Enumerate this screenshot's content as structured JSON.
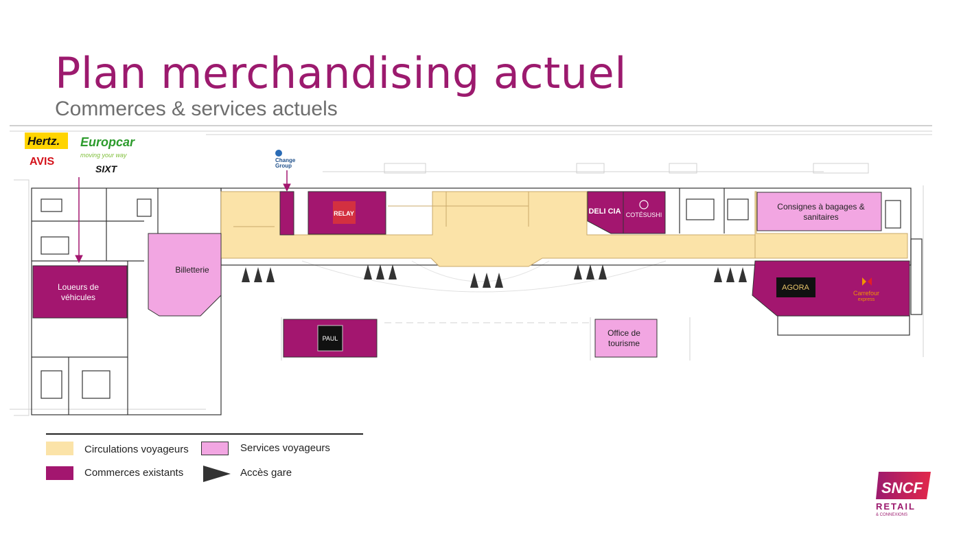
{
  "header": {
    "title": "Plan merchandising actuel",
    "subtitle": "Commerces & services actuels"
  },
  "colors": {
    "accent": "#9c1a6e",
    "circulation": "#fbe3a8",
    "commerce": "#a3166f",
    "services": "#f2a6e2"
  },
  "rental_logos": {
    "hertz": "Hertz.",
    "europcar": "Europcar",
    "europcar_tagline": "moving your way",
    "avis": "AVIS",
    "sixt": "SIXT"
  },
  "change_group": "Change Group",
  "zones": {
    "loueurs": "Loueurs de véhicules",
    "billetterie": "Billetterie",
    "relay": "RELAY",
    "delicia": "DELI CIA",
    "cotesushi": "COTÉSUSHI",
    "consignes": "Consignes à bagages & sanitaires",
    "agora": "AGORA",
    "carrefour": "Carrefour express",
    "paul": "PAUL",
    "office": "Office de tourisme"
  },
  "legend": {
    "circulations": "Circulations voyageurs",
    "services": "Services voyageurs",
    "commerces": "Commerces existants",
    "acces": "Accès gare"
  },
  "footer_logo": {
    "sncf": "SNCF",
    "retail": "RETAIL",
    "connexions": "& CONNEXIONS"
  }
}
